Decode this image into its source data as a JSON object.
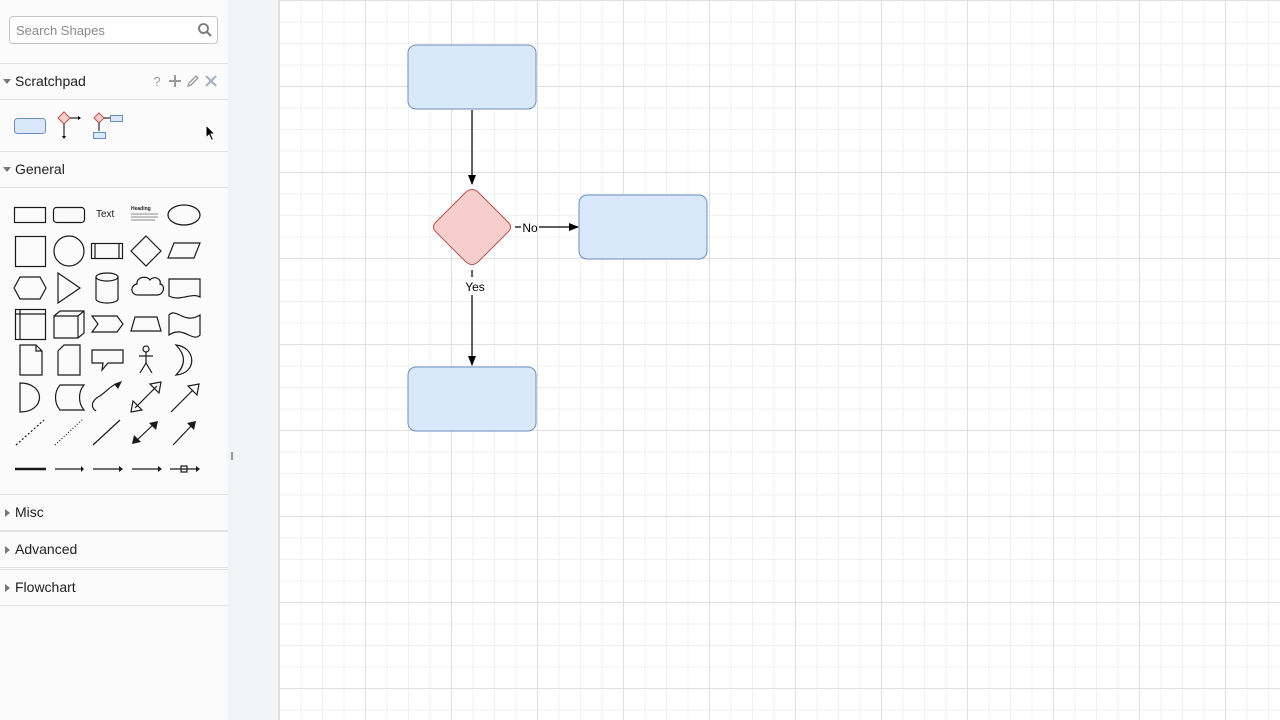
{
  "search": {
    "placeholder": "Search Shapes",
    "icon": "search-icon"
  },
  "scratchpad": {
    "title": "Scratchpad",
    "help_label": "?",
    "items": [
      "rectangle",
      "decision-flow",
      "decision-branch"
    ]
  },
  "general": {
    "title": "General",
    "text_shape_label": "Text",
    "heading_shape_label": "Heading"
  },
  "sections": [
    {
      "title": "Misc"
    },
    {
      "title": "Advanced"
    },
    {
      "title": "Flowchart"
    }
  ],
  "diagram": {
    "colors": {
      "process_fill": "#dae8fc",
      "process_stroke": "#6c8ebf",
      "decision_fill": "#f8cecc",
      "decision_stroke": "#b85450"
    },
    "edge_labels": {
      "no": "No",
      "yes": "Yes"
    }
  }
}
